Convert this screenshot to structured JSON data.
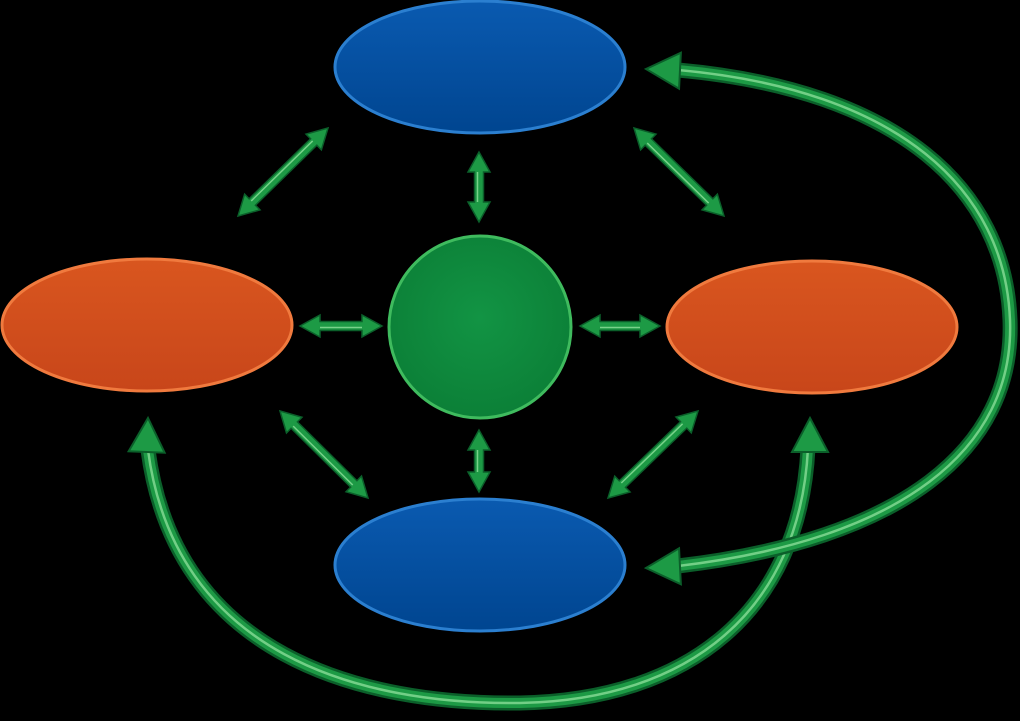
{
  "colors": {
    "background": "#000000",
    "blue_node": "#004f9f",
    "blue_node_stroke": "#2b7fd0",
    "orange_node": "#d24e1c",
    "orange_node_stroke": "#f07a3e",
    "green_node": "#0e8a3c",
    "green_node_stroke": "#3fbb5e",
    "arrow_fill": "#1d9a45",
    "arrow_highlight": "#8fe09c",
    "arrow_dark": "#0b5f2a"
  },
  "nodes": [
    {
      "id": "top",
      "shape": "ellipse",
      "color": "blue"
    },
    {
      "id": "bottom",
      "shape": "ellipse",
      "color": "blue"
    },
    {
      "id": "left",
      "shape": "ellipse",
      "color": "orange"
    },
    {
      "id": "right",
      "shape": "ellipse",
      "color": "orange"
    },
    {
      "id": "center",
      "shape": "circle",
      "color": "green"
    }
  ],
  "connections": [
    {
      "from": "center",
      "to": "top",
      "type": "double-arrow"
    },
    {
      "from": "center",
      "to": "bottom",
      "type": "double-arrow"
    },
    {
      "from": "center",
      "to": "left",
      "type": "double-arrow"
    },
    {
      "from": "center",
      "to": "right",
      "type": "double-arrow"
    },
    {
      "from": "top",
      "to": "left",
      "type": "double-arrow"
    },
    {
      "from": "top",
      "to": "right",
      "type": "double-arrow"
    },
    {
      "from": "bottom",
      "to": "left",
      "type": "double-arrow"
    },
    {
      "from": "bottom",
      "to": "right",
      "type": "double-arrow"
    },
    {
      "from": "bottom",
      "to": "top",
      "type": "curved-arrow"
    },
    {
      "from": "right",
      "to": "bottom",
      "type": "curved-arrow"
    },
    {
      "from": "left",
      "to": "right",
      "type": "curved-arrow"
    }
  ]
}
